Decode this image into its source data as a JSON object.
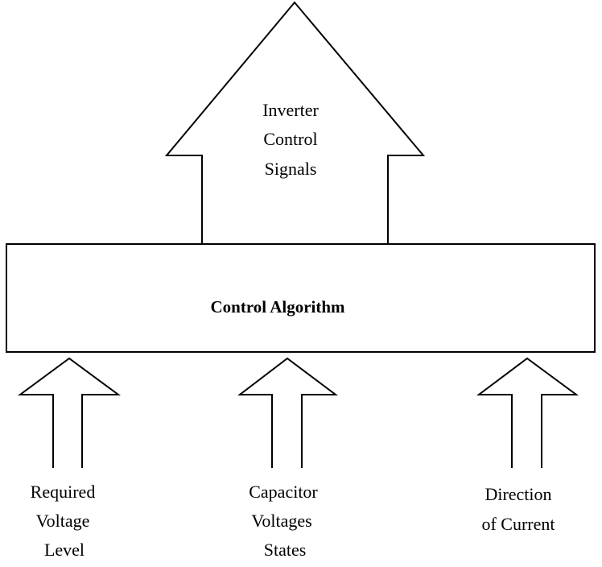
{
  "diagram": {
    "output_arrow": {
      "lines": [
        "Inverter",
        "Control",
        "Signals"
      ]
    },
    "control_box": {
      "label": "Control Algorithm"
    },
    "inputs": [
      {
        "lines": [
          "Required",
          "Voltage",
          "Level"
        ]
      },
      {
        "lines": [
          "Capacitor",
          "Voltages",
          "States"
        ]
      },
      {
        "lines": [
          "Direction",
          "of Current"
        ]
      }
    ]
  }
}
